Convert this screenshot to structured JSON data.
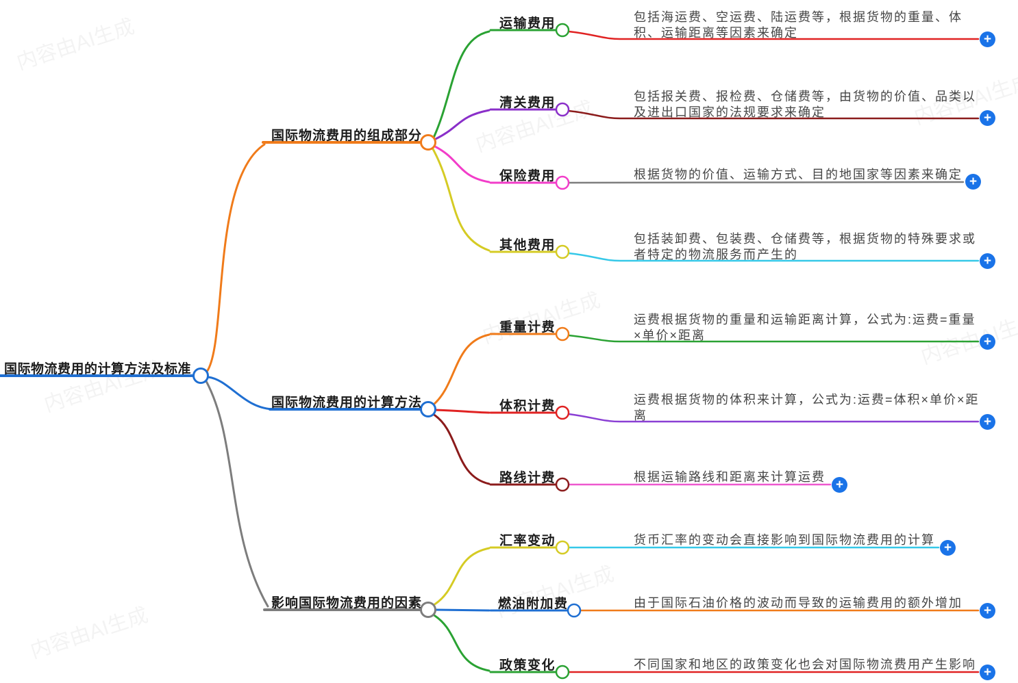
{
  "watermark": "内容由AI生成",
  "icons": {
    "expand": "+"
  },
  "accent": {
    "plus_blue": "#1a73e8"
  },
  "root": {
    "label": "国际物流费用的计算方法及标准",
    "color": "#1f6fd2"
  },
  "branches": [
    {
      "label": "国际物流费用的组成部分",
      "color": "#f07b1a",
      "children": [
        {
          "label": "运输费用",
          "node_color": "#2aa233",
          "desc": "包括海运费、空运费、陆运费等，根据货物的重量、体积、运输距离等因素来确定",
          "desc_color": "#e02222"
        },
        {
          "label": "清关费用",
          "node_color": "#8a2fc9",
          "desc": "包括报关费、报检费、仓储费等，由货物的价值、品类以及进出口国家的法规要求来确定",
          "desc_color": "#8b1b1b"
        },
        {
          "label": "保险费用",
          "node_color": "#f23dc9",
          "desc": "根据货物的价值、运输方式、目的地国家等因素来确定",
          "desc_color": "#7d7d7d"
        },
        {
          "label": "其他费用",
          "node_color": "#d5cb24",
          "desc": "包括装卸费、包装费、仓储费等，根据货物的特殊要求或者特定的物流服务而产生的",
          "desc_color": "#35c8e8"
        }
      ]
    },
    {
      "label": "国际物流费用的计算方法",
      "color": "#1f6fd2",
      "children": [
        {
          "label": "重量计费",
          "node_color": "#f07b1a",
          "desc": "运费根据货物的重量和运输距离计算，公式为:运费=重量×单价×距离",
          "desc_color": "#2aa233"
        },
        {
          "label": "体积计费",
          "node_color": "#e02222",
          "desc": "运费根据货物的体积来计算，公式为:运费=体积×单价×距离",
          "desc_color": "#8a3fd4"
        },
        {
          "label": "路线计费",
          "node_color": "#8b1b1b",
          "desc": "根据运输路线和距离来计算运费",
          "desc_color": "#ee58cf"
        }
      ]
    },
    {
      "label": "影响国际物流费用的因素",
      "color": "#7d7d7d",
      "children": [
        {
          "label": "汇率变动",
          "node_color": "#d5cb24",
          "desc": "货币汇率的变动会直接影响到国际物流费用的计算",
          "desc_color": "#35c8e8"
        },
        {
          "label": "燃油附加费",
          "node_color": "#1f6fd2",
          "desc": "由于国际石油价格的波动而导致的运输费用的额外增加",
          "desc_color": "#f07b1a"
        },
        {
          "label": "政策变化",
          "node_color": "#2aa233",
          "desc": "不同国家和地区的政策变化也会对国际物流费用产生影响",
          "desc_color": "#e02222"
        }
      ]
    }
  ]
}
